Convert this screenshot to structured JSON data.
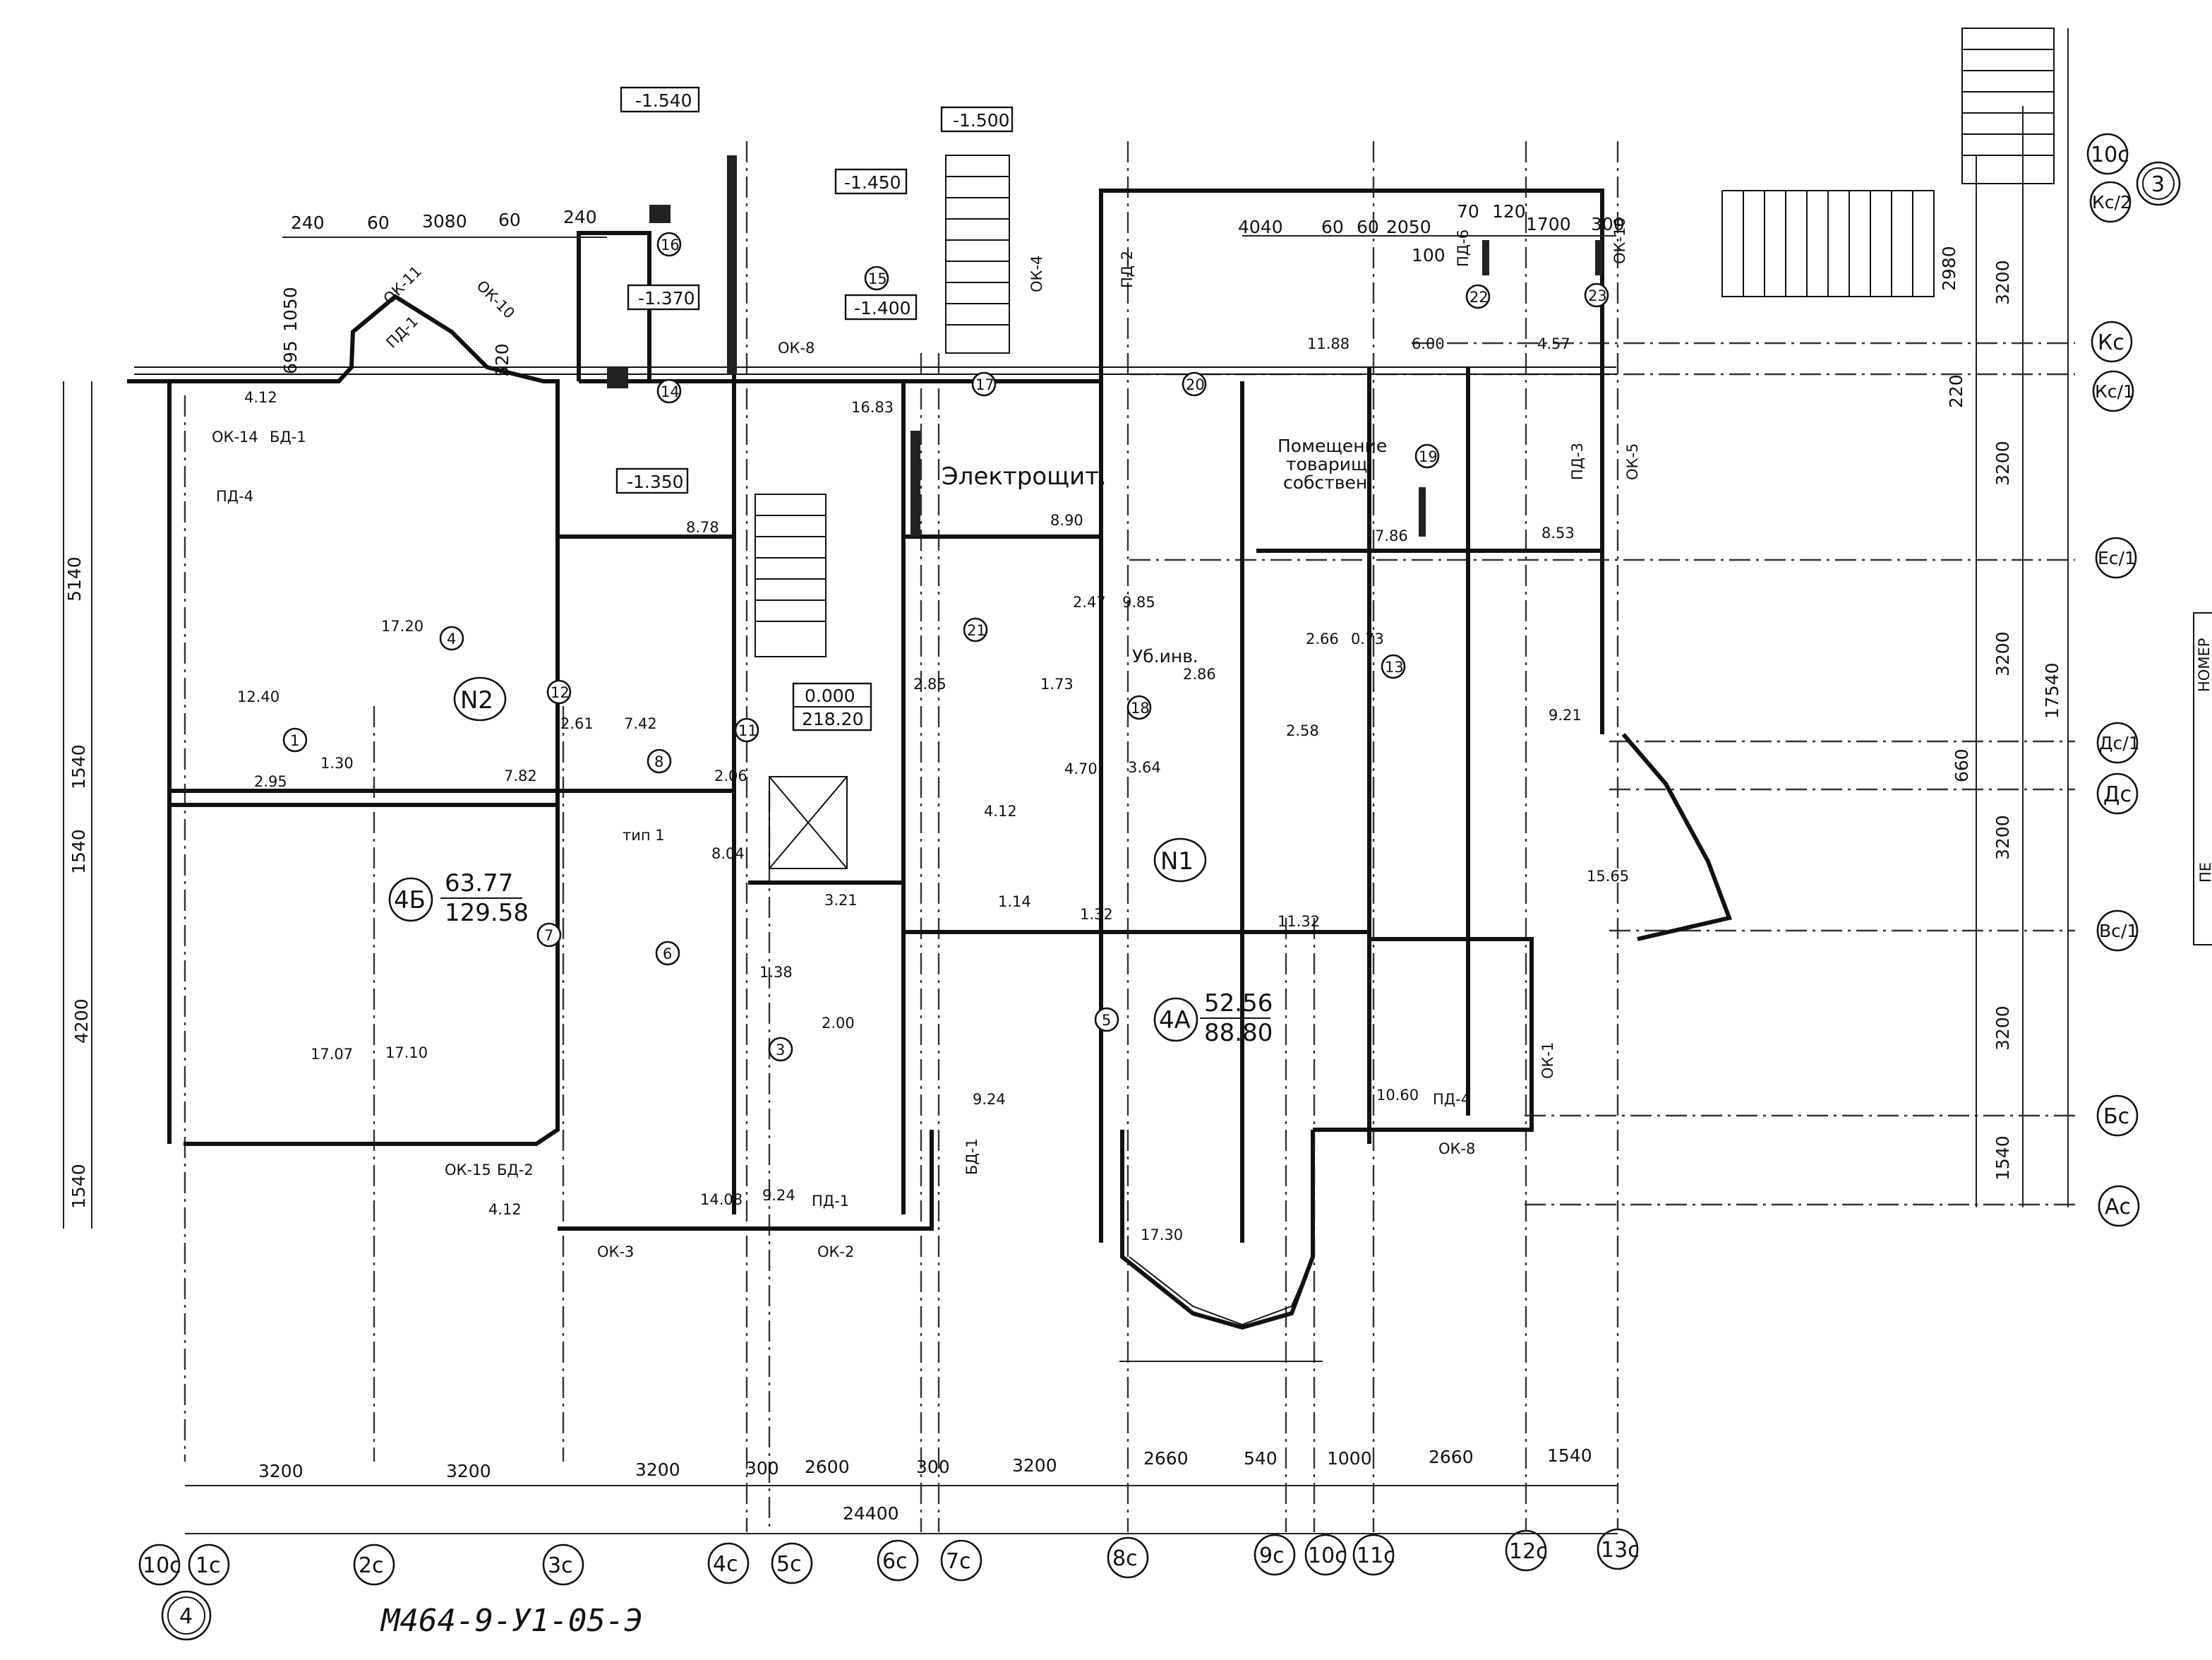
{
  "drawing_code": "М464-9-У1-05-Э",
  "level_marks": [
    "-1.540",
    "-1.500",
    "-1.450",
    "-1.370",
    "-1.400",
    "-1.350",
    "0.000",
    "218.20"
  ],
  "column_axes": [
    "10с",
    "1с",
    "2с",
    "3с",
    "4с",
    "5с",
    "6с",
    "7с",
    "8с",
    "9с",
    "10с",
    "11с",
    "12с",
    "13с"
  ],
  "row_axes": [
    "10с",
    "Кс/2",
    "Кс",
    "Кс/1",
    "Ес/1",
    "Дс/1",
    "Дс",
    "Вс/1",
    "Бс",
    "Ас"
  ],
  "section_marks": [
    "3",
    "4"
  ],
  "bottom_dimensions": [
    "3200",
    "3200",
    "3200",
    "300",
    "2600",
    "300",
    "3200",
    "2660",
    "540",
    "1000",
    "2660",
    "1540"
  ],
  "overall_dimension": "24400",
  "right_dimensions": [
    "2980",
    "3200",
    "220",
    "3200",
    "3200",
    "660",
    "3200",
    "3200",
    "1540",
    "17540"
  ],
  "left_dimensions": [
    "5140",
    "1540",
    "1540",
    "4200",
    "1540"
  ],
  "apartments": [
    {
      "id": "N2",
      "type": "4Б",
      "living": "63.77",
      "total": "129.58"
    },
    {
      "id": "N1",
      "type": "4А",
      "living": "52.56",
      "total": "88.80"
    }
  ],
  "rooms": {
    "electrical": "Электрощит.",
    "cleaning": "Уб.инв.",
    "owners_room": [
      "Помещение",
      "товарищ.",
      "собствен."
    ],
    "tip1": "тип 1"
  },
  "top_dims": [
    "240",
    "60",
    "3080",
    "60",
    "240",
    "695",
    "1050",
    "520",
    "4040",
    "60",
    "60",
    "2050",
    "70",
    "120",
    "1700",
    "300",
    "100"
  ],
  "room_areas": [
    "4.12",
    "17.20",
    "12.40",
    "2.95",
    "1.30",
    "17.07",
    "17.10",
    "7.82",
    "2.61",
    "7.42",
    "8.78",
    "8.04",
    "2.06",
    "16.83",
    "8.90",
    "3.21",
    "1.38",
    "2.00",
    "2.47",
    "9.85",
    "2.85",
    "1.73",
    "4.70",
    "3.64",
    "2.86",
    "4.12",
    "1.14",
    "1.32",
    "9.24",
    "14.08",
    "9.24",
    "4.12",
    "11.88",
    "6.00",
    "4.57",
    "7.86",
    "8.53",
    "2.66",
    "0.73",
    "2.58",
    "9.21",
    "15.65",
    "11.32",
    "10.60",
    "17.30"
  ],
  "markers": [
    "1",
    "3",
    "4",
    "5",
    "6",
    "7",
    "8",
    "11",
    "12",
    "13",
    "14",
    "15",
    "16",
    "17",
    "18",
    "19",
    "20",
    "21",
    "22",
    "23"
  ],
  "element_codes": [
    "ОК-14",
    "БД-1",
    "ПД-4",
    "ОК-11",
    "ОК-10",
    "ПД-1",
    "ОК-8",
    "ПД-2",
    "ОК-4",
    "ПД-3",
    "ОК-5",
    "ОК-15",
    "БД-2",
    "ОК-3",
    "ОК-2",
    "ПД-1",
    "БД-1",
    "ОК-1",
    "ПД-4",
    "ОК-8",
    "ПД-6",
    "ОК-16"
  ],
  "title_block_header": "НОМЕР",
  "title_block_fragment": "ПЕ"
}
